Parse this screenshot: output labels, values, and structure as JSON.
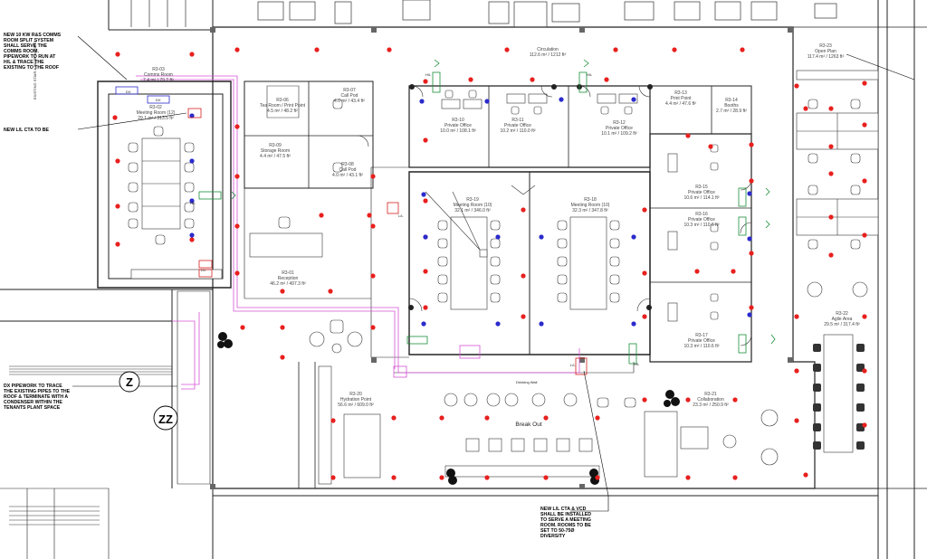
{
  "rooms": [
    {
      "id": "circulation",
      "lines": [
        "Circulation",
        "112.6 m² / 1212 ft²"
      ]
    },
    {
      "id": "r3-23",
      "lines": [
        "R3-23",
        "Open Plan",
        "117.4 m² / 1263 ft²"
      ]
    },
    {
      "id": "r3-03",
      "lines": [
        "R3-03",
        "Comms Room",
        "7.4 m² / 79.2 ft²"
      ]
    },
    {
      "id": "r3-02",
      "lines": [
        "R3-02",
        "Meeting Room (12)",
        "29.1 m² / 313.5 ft²"
      ]
    },
    {
      "id": "r3-06",
      "lines": [
        "R3-06",
        "Tea Room / Print Point",
        "4.5 m² / 48.2 ft²"
      ]
    },
    {
      "id": "r3-07",
      "lines": [
        "R3-07",
        "Call Pod",
        "4.0 m² / 43.4 ft²"
      ]
    },
    {
      "id": "r3-09",
      "lines": [
        "R3-09",
        "Storage Room",
        "4.4 m² / 47.5 ft²"
      ]
    },
    {
      "id": "r3-08",
      "lines": [
        "R3-08",
        "Call Pod",
        "4.0 m² / 43.1 ft²"
      ]
    },
    {
      "id": "r3-10",
      "lines": [
        "R3-10",
        "Private Office",
        "10.0 m² / 108.1 ft²"
      ]
    },
    {
      "id": "r3-11",
      "lines": [
        "R3-11",
        "Private Office",
        "10.2 m² / 110.0 ft²"
      ]
    },
    {
      "id": "r3-12",
      "lines": [
        "R3-12",
        "Private Office",
        "10.1 m² / 109.2 ft²"
      ]
    },
    {
      "id": "r3-13",
      "lines": [
        "R3-13",
        "Print Point",
        "4.4 m² / 47.6 ft²"
      ]
    },
    {
      "id": "r3-14",
      "lines": [
        "R3-14",
        "Booths",
        "2.7 m² / 28.9 ft²"
      ]
    },
    {
      "id": "r3-15",
      "lines": [
        "R3-15",
        "Private Office",
        "10.6 m² / 114.1 ft²"
      ]
    },
    {
      "id": "r3-16",
      "lines": [
        "R3-16",
        "Private Office",
        "10.3 m² / 110.6 ft²"
      ]
    },
    {
      "id": "r3-17",
      "lines": [
        "R3-17",
        "Private Office",
        "10.3 m² / 110.6 ft²"
      ]
    },
    {
      "id": "r3-19",
      "lines": [
        "R3-19",
        "Meeting Room (10)",
        "32.1 m² / 346.0 ft²"
      ]
    },
    {
      "id": "r3-18",
      "lines": [
        "R3-18",
        "Meeting Room (10)",
        "32.3 m² / 347.8 ft²"
      ]
    },
    {
      "id": "r3-01",
      "lines": [
        "R3-01",
        "Reception",
        "46.2 m² / 497.3 ft²"
      ]
    },
    {
      "id": "r3-20",
      "lines": [
        "R3-20",
        "Hydration Point",
        "56.6 m² / 609.0 ft²"
      ]
    },
    {
      "id": "breakout",
      "lines": [
        "Break Out"
      ]
    },
    {
      "id": "r3-21",
      "lines": [
        "R3-21",
        "Collaboration",
        "23.3 m² / 250.9 ft²"
      ]
    },
    {
      "id": "r3-22",
      "lines": [
        "R3-22",
        "Agile Area",
        "29.5 m² / 317.4 ft²"
      ]
    }
  ],
  "notes": [
    {
      "id": "comms",
      "lines": [
        "NEW 10 KW R&S COMMS",
        "ROOM SPLIT SYSTEM",
        "SHALL SERVE THE",
        "COMMS ROOM.",
        "PIPEWORK TO RUN AT",
        "H/L & TRACE THE",
        "EXISTING TO THE ROOF"
      ]
    },
    {
      "id": "lil",
      "lines": [
        "NEW L/L CTA TO BE"
      ]
    },
    {
      "id": "dx",
      "lines": [
        "DX PIPEWORK TO TRACE",
        "THE EXISTING PIPES TO THE",
        "ROOF & TERMINATE WITH A",
        "CONDENSER WITHIN THE",
        "TENANTS PLANT SPACE"
      ]
    },
    {
      "id": "meeting",
      "lines": [
        "NEW L/L CTA & VCD",
        "SHALL BE INSTALLED",
        "TO SERVE A MEETING",
        "ROOM. ROOMS TO BE",
        "SET TO 50-75Ø",
        "DIVERSITY"
      ]
    }
  ],
  "markers": {
    "z": "Z",
    "zz": "ZZ"
  },
  "tags": {
    "dx": "DX",
    "hl": "H/L",
    "ll": "L/L",
    "drinking_wall": "Drinking Wall",
    "vertical_left": "EXISTING STAIR & RAMP ACCESS"
  },
  "colors": {
    "red_dot": "#e8201e",
    "blue_dot": "#2b2bcc",
    "pipe": "#d653d6",
    "unit_green": "#1a8f3a",
    "unit_red": "#d42020"
  }
}
